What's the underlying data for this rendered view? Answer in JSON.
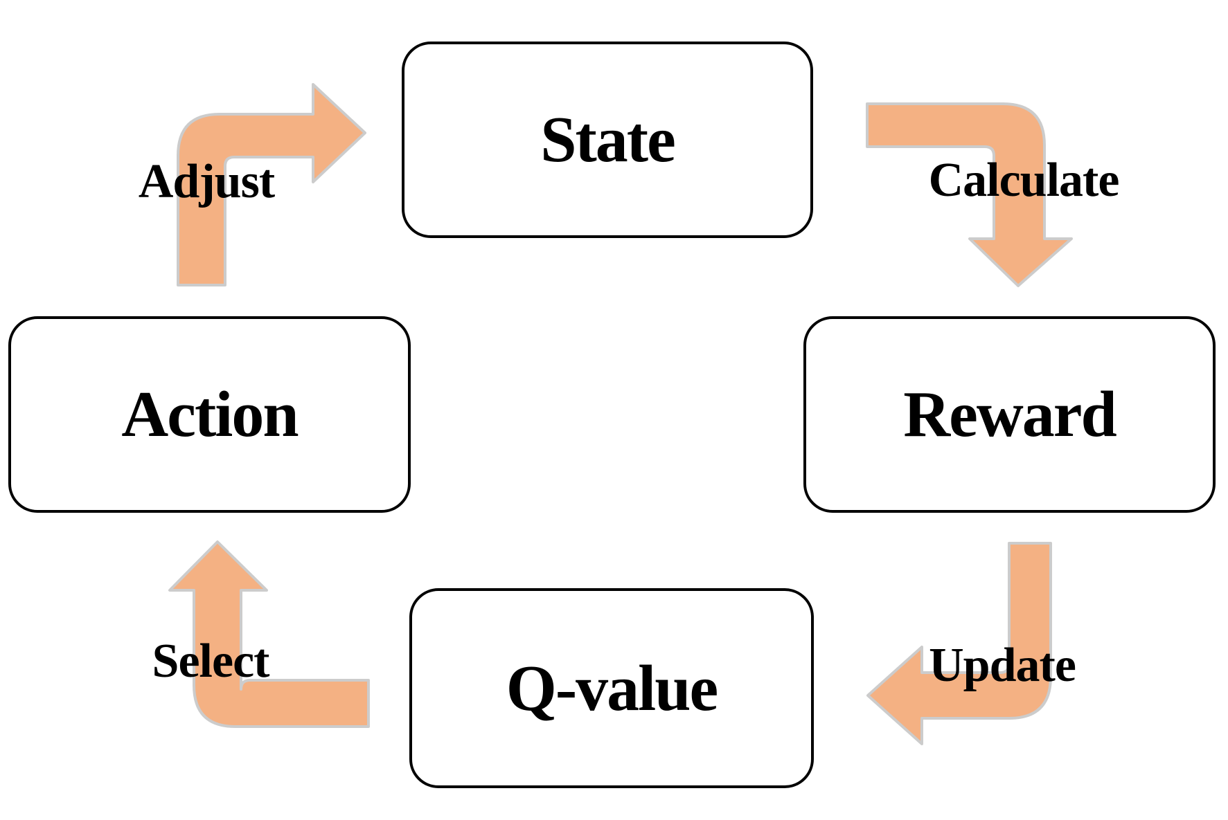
{
  "diagram": {
    "nodes": [
      {
        "id": "state",
        "label": "State"
      },
      {
        "id": "reward",
        "label": "Reward"
      },
      {
        "id": "qvalue",
        "label": "Q-value"
      },
      {
        "id": "action",
        "label": "Action"
      }
    ],
    "edges": [
      {
        "id": "calculate",
        "label": "Calculate",
        "from": "State",
        "to": "Reward"
      },
      {
        "id": "update",
        "label": "Update",
        "from": "Reward",
        "to": "Q-value"
      },
      {
        "id": "select",
        "label": "Select",
        "from": "Q-value",
        "to": "Action"
      },
      {
        "id": "adjust",
        "label": "Adjust",
        "from": "Action",
        "to": "State"
      }
    ],
    "colors": {
      "background": "#ffffff",
      "box_fill": "#ffffff",
      "box_border": "#000000",
      "text": "#000000",
      "arrow_fill": "#f4b183",
      "arrow_stroke": "#cccccc"
    }
  }
}
